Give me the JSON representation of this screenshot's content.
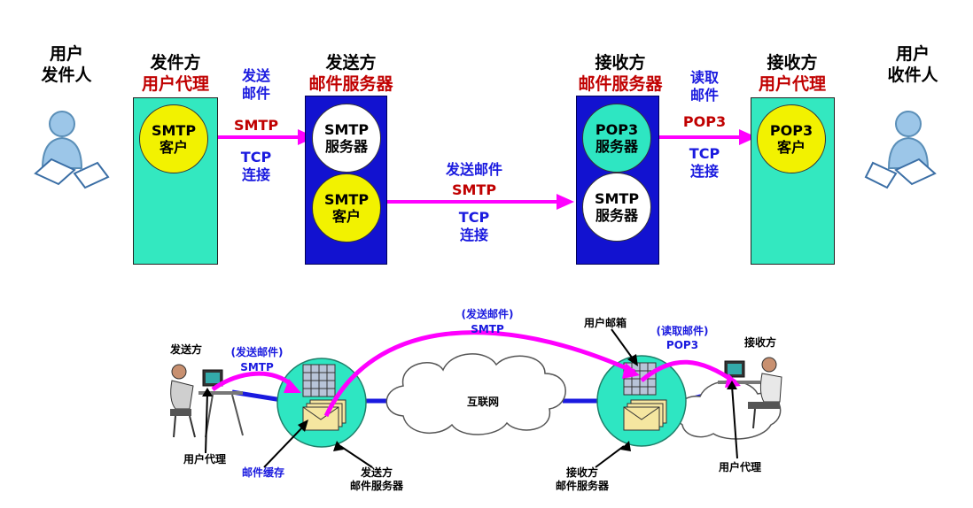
{
  "top": {
    "sender_person": {
      "line1": "用户",
      "line2": "发件人"
    },
    "receiver_person": {
      "line1": "用户",
      "line2": "收件人"
    },
    "sender_ua": {
      "title": "发件方",
      "subtitle": "用户代理",
      "circle_line1": "SMTP",
      "circle_line2": "客户"
    },
    "sender_server": {
      "title": "发送方",
      "subtitle": "邮件服务器",
      "circle1_line1": "SMTP",
      "circle1_line2": "服务器",
      "circle2_line1": "SMTP",
      "circle2_line2": "客户"
    },
    "receiver_server": {
      "title": "接收方",
      "subtitle": "邮件服务器",
      "circle1_line1": "POP3",
      "circle1_line2": "服务器",
      "circle2_line1": "SMTP",
      "circle2_line2": "服务器"
    },
    "receiver_ua": {
      "title": "接收方",
      "subtitle": "用户代理",
      "circle_line1": "POP3",
      "circle_line2": "客户"
    },
    "arrow1": {
      "line1": "发送",
      "line2": "邮件",
      "protocol": "SMTP",
      "conn1": "TCP",
      "conn2": "连接"
    },
    "arrow2": {
      "line1": "发送邮件",
      "protocol": "SMTP",
      "conn1": "TCP",
      "conn2": "连接"
    },
    "arrow3": {
      "line1": "读取",
      "line2": "邮件",
      "protocol": "POP3",
      "conn1": "TCP",
      "conn2": "连接"
    }
  },
  "bottom": {
    "sender_label": "发送方",
    "receiver_label": "接收方",
    "send_mail_left": "(发送邮件)",
    "smtp_left": "SMTP",
    "send_mail_mid": "(发送邮件)",
    "smtp_mid": "SMTP",
    "read_mail": "(读取邮件)",
    "pop3": "POP3",
    "mailbox": "用户邮箱",
    "internet": "互联网",
    "ua_left": "用户代理",
    "ua_right": "用户代理",
    "mail_cache": "邮件缓存",
    "sender_server_line1": "发送方",
    "sender_server_line2": "邮件服务器",
    "receiver_server_line1": "接收方",
    "receiver_server_line2": "邮件服务器"
  },
  "colors": {
    "teal": "#33e8c0",
    "navy": "#1212d0",
    "magenta": "#ff00ff",
    "yellow": "#f2f200"
  }
}
